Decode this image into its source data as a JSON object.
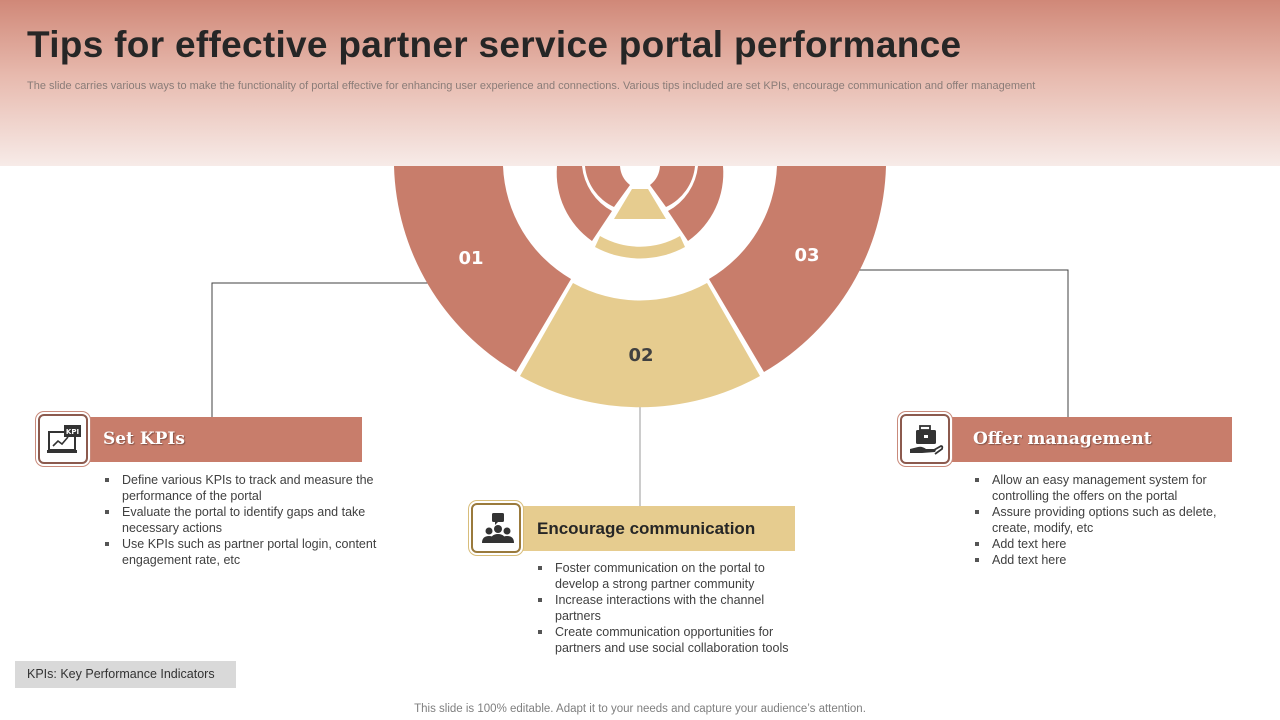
{
  "header": {
    "title": "Tips for effective partner service portal performance",
    "subtitle": "The slide carries various ways to make the functionality of portal effective for enhancing user experience and connections. Various tips included are set KPIs, encourage communication and offer management"
  },
  "diagram": {
    "numbers": [
      "01",
      "02",
      "03"
    ],
    "colors": {
      "segment_red": "#c87d6b",
      "segment_gold": "#e6cc8f"
    }
  },
  "sections": [
    {
      "title": "Set KPIs",
      "icon": "kpi-monitor-icon",
      "icon_label": "KPI",
      "points": [
        "Define various KPIs to track and measure the performance  of the portal",
        "Evaluate the portal to identify gaps and take necessary actions",
        "Use KPIs such as partner portal login, content engagement rate, etc"
      ]
    },
    {
      "title": "Encourage communication",
      "icon": "group-chat-icon",
      "points": [
        "Foster communication on the portal to develop  a strong partner community",
        "Increase interactions with the channel partners",
        "Create communication opportunities for partners and use social collaboration tools"
      ]
    },
    {
      "title": "Offer management",
      "icon": "briefcase-hand-icon",
      "points": [
        "Allow an easy management system for controlling the offers on the portal",
        "Assure providing options such as delete, create, modify, etc",
        "Add text here",
        "Add text here"
      ]
    }
  ],
  "note": "KPIs: Key Performance Indicators",
  "footer": "This slide is 100% editable. Adapt it to your needs and capture your audience’s attention."
}
